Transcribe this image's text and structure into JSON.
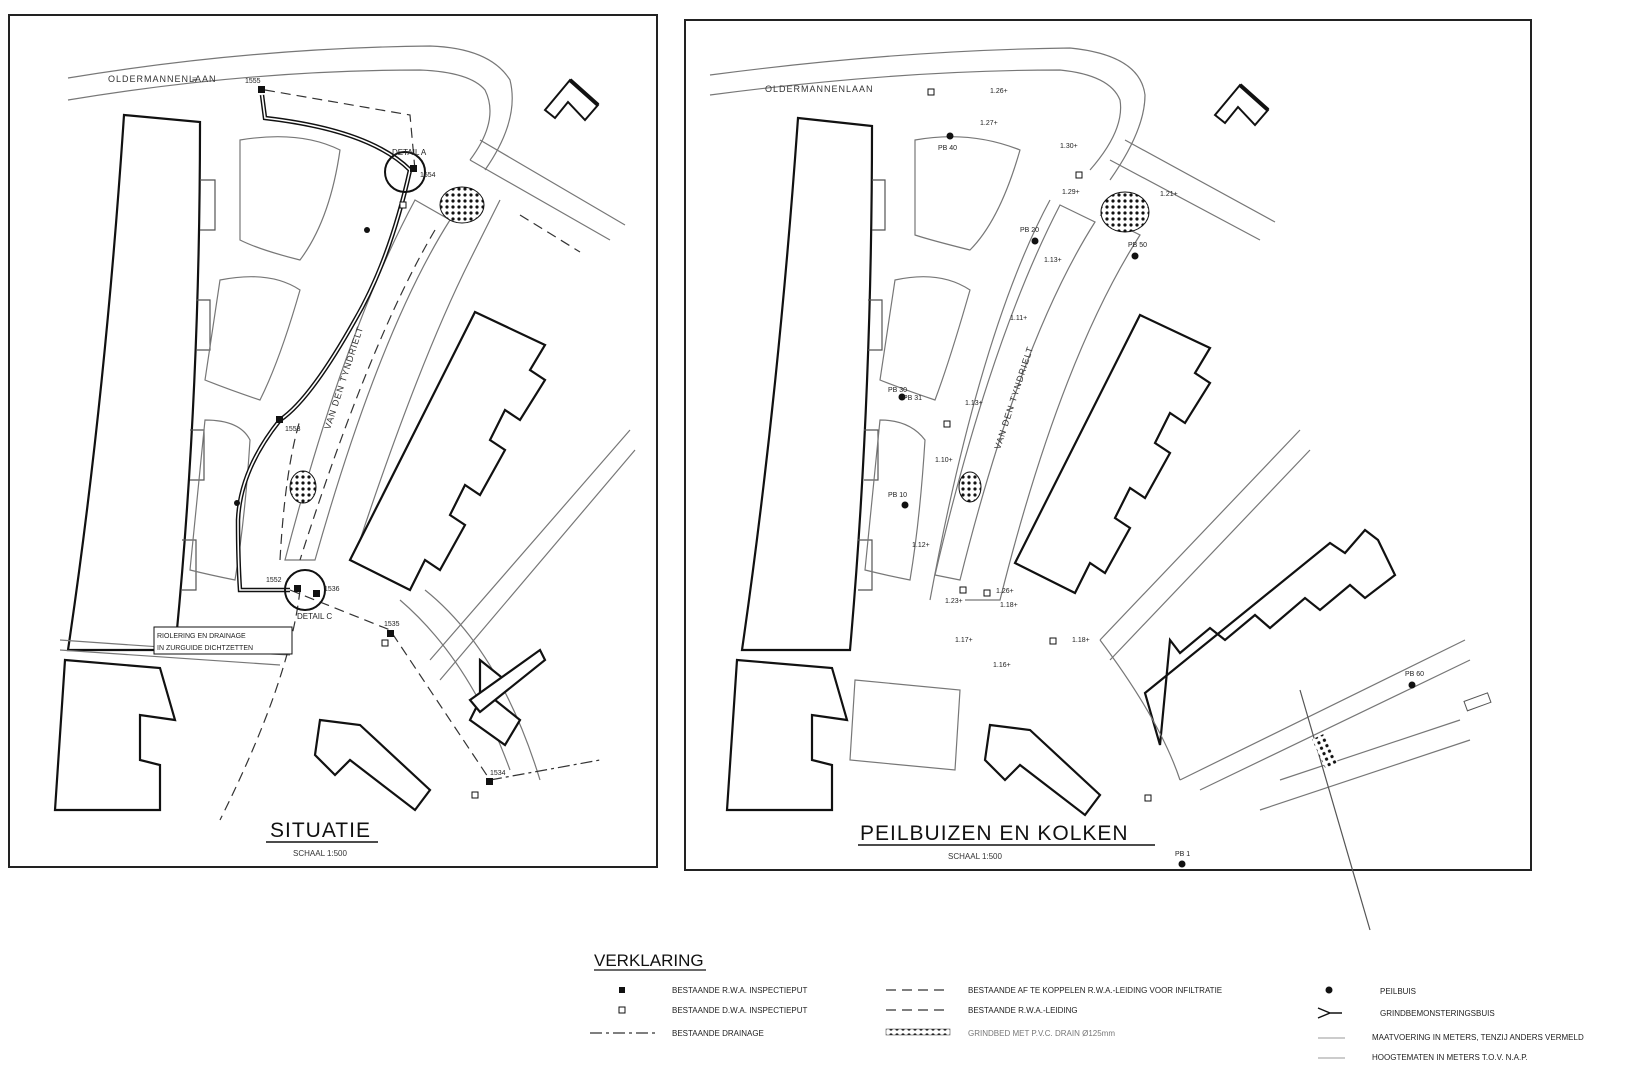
{
  "left_panel": {
    "title": "SITUATIE",
    "scale": "SCHAAL 1:500",
    "street_top": "OLDERMANNENLAAN",
    "street_middle": "VAN DEN TYNDRIELT",
    "detail_a": "DETAIL A",
    "detail_c": "DETAIL C",
    "note": "RIOLERING EN DRAINAGE",
    "note2": "IN ZURGUIDE DICHTZETTEN",
    "put_labels": [
      "1555",
      "1554",
      "1553",
      "1552",
      "1536",
      "1535",
      "1534"
    ]
  },
  "right_panel": {
    "title": "PEILBUIZEN EN KOLKEN",
    "scale": "SCHAAL 1:500",
    "street_top": "OLDERMANNENLAAN",
    "street_middle": "VAN DEN TYNDRIELT",
    "peilbuis_labels": [
      "PB 40",
      "PB 20",
      "PB 50",
      "PB 30",
      "PB 31",
      "PB 10",
      "PB 60",
      "PB 1"
    ],
    "height_labels": [
      "1.26+",
      "1.27+",
      "1.30+",
      "1.29+",
      "1.21+",
      "1.13+",
      "1.11+",
      "1.13+",
      "1.10+",
      "1.12+",
      "1.26+",
      "1.18+",
      "1.18+",
      "1.17+",
      "1.16+",
      "1.23+"
    ]
  },
  "legend": {
    "heading": "VERKLARING",
    "items": [
      {
        "text": "BESTAANDE R.W.A. INSPECTIEPUT"
      },
      {
        "text": "BESTAANDE D.W.A. INSPECTIEPUT"
      },
      {
        "text": "BESTAANDE DRAINAGE"
      },
      {
        "text": "BESTAANDE AF TE KOPPELEN R.W.A.-LEIDING VOOR INFILTRATIE"
      },
      {
        "text": "BESTAANDE R.W.A.-LEIDING"
      },
      {
        "text": "GRINDBED MET P.V.C. DRAIN Ø125mm"
      },
      {
        "text": "PEILBUIS"
      },
      {
        "text": "GRINDBEMONSTERINGSBUIS"
      },
      {
        "text": "MAATVOERING IN METERS, TENZIJ ANDERS VERMELD"
      },
      {
        "text": "HOOGTEMATEN IN METERS T.O.V. N.A.P."
      }
    ]
  }
}
